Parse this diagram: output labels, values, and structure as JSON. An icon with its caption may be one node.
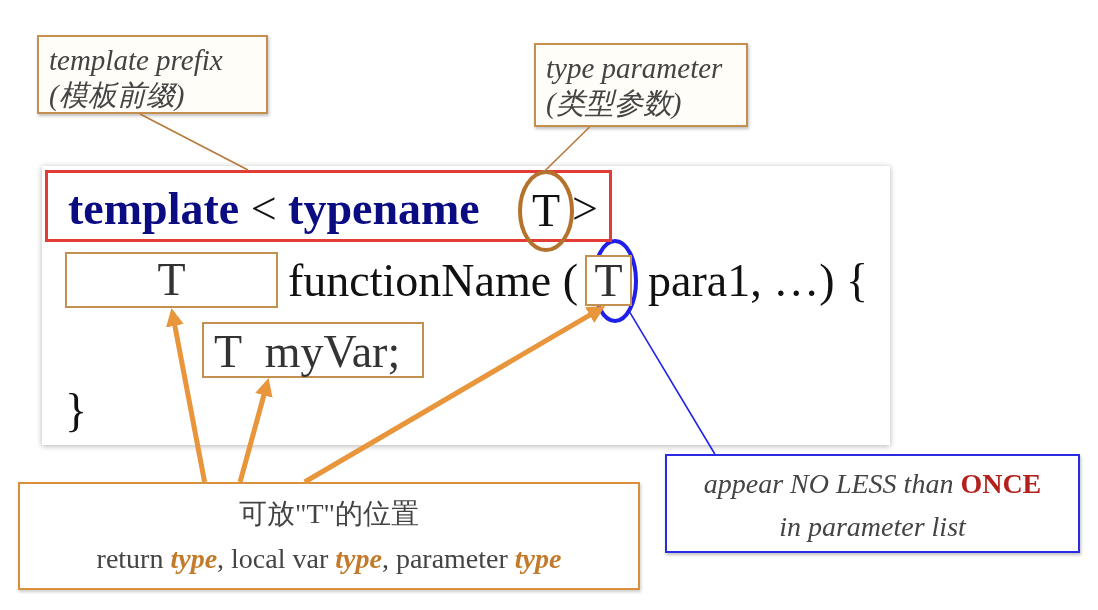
{
  "diagram": {
    "nodes": [
      {
        "text": [
          "template prefix (模板前缀)"
        ]
      },
      {
        "text": [
          "type parameter (类型参数)"
        ]
      },
      {
        "text": [
          "functionName (",
          "para1, …) {",
          "}"
        ]
      },
      {
        "text": [
          "**template** < **typename**",
          ">"
        ],
        "in": 2
      },
      {
        "text": [
          "T"
        ],
        "in": 2
      },
      {
        "text": [
          "T"
        ],
        "in": 2
      },
      {
        "text": [
          "T"
        ],
        "in": 2
      },
      {
        "text": [],
        "shape": "ellipse",
        "in": 2
      },
      {
        "text": [
          "T myVar;"
        ],
        "in": 2
      },
      {
        "text": [
          "可放\"T\"的位置",
          "return **type**, local var **type**, parameter **type**"
        ]
      },
      {
        "text": [
          "appear NO LESS than **ONCE** in parameter list"
        ]
      }
    ],
    "edges": [
      {
        "from": 0,
        "to": 3,
        "arrow": "none",
        "color": "#b8783a"
      },
      {
        "from": 1,
        "to": 4,
        "arrow": "none",
        "color": "#b8783a"
      },
      {
        "from": 9,
        "to": 5,
        "arrow": "to",
        "style": "thick",
        "color": "#e8953c"
      },
      {
        "from": 9,
        "to": 8,
        "arrow": "to",
        "style": "thick",
        "color": "#e8953c"
      },
      {
        "from": 9,
        "to": 6,
        "arrow": "to",
        "style": "thick",
        "color": "#e8953c"
      },
      {
        "from": 10,
        "to": 7,
        "arrow": "none",
        "color": "#2323e8"
      }
    ]
  }
}
